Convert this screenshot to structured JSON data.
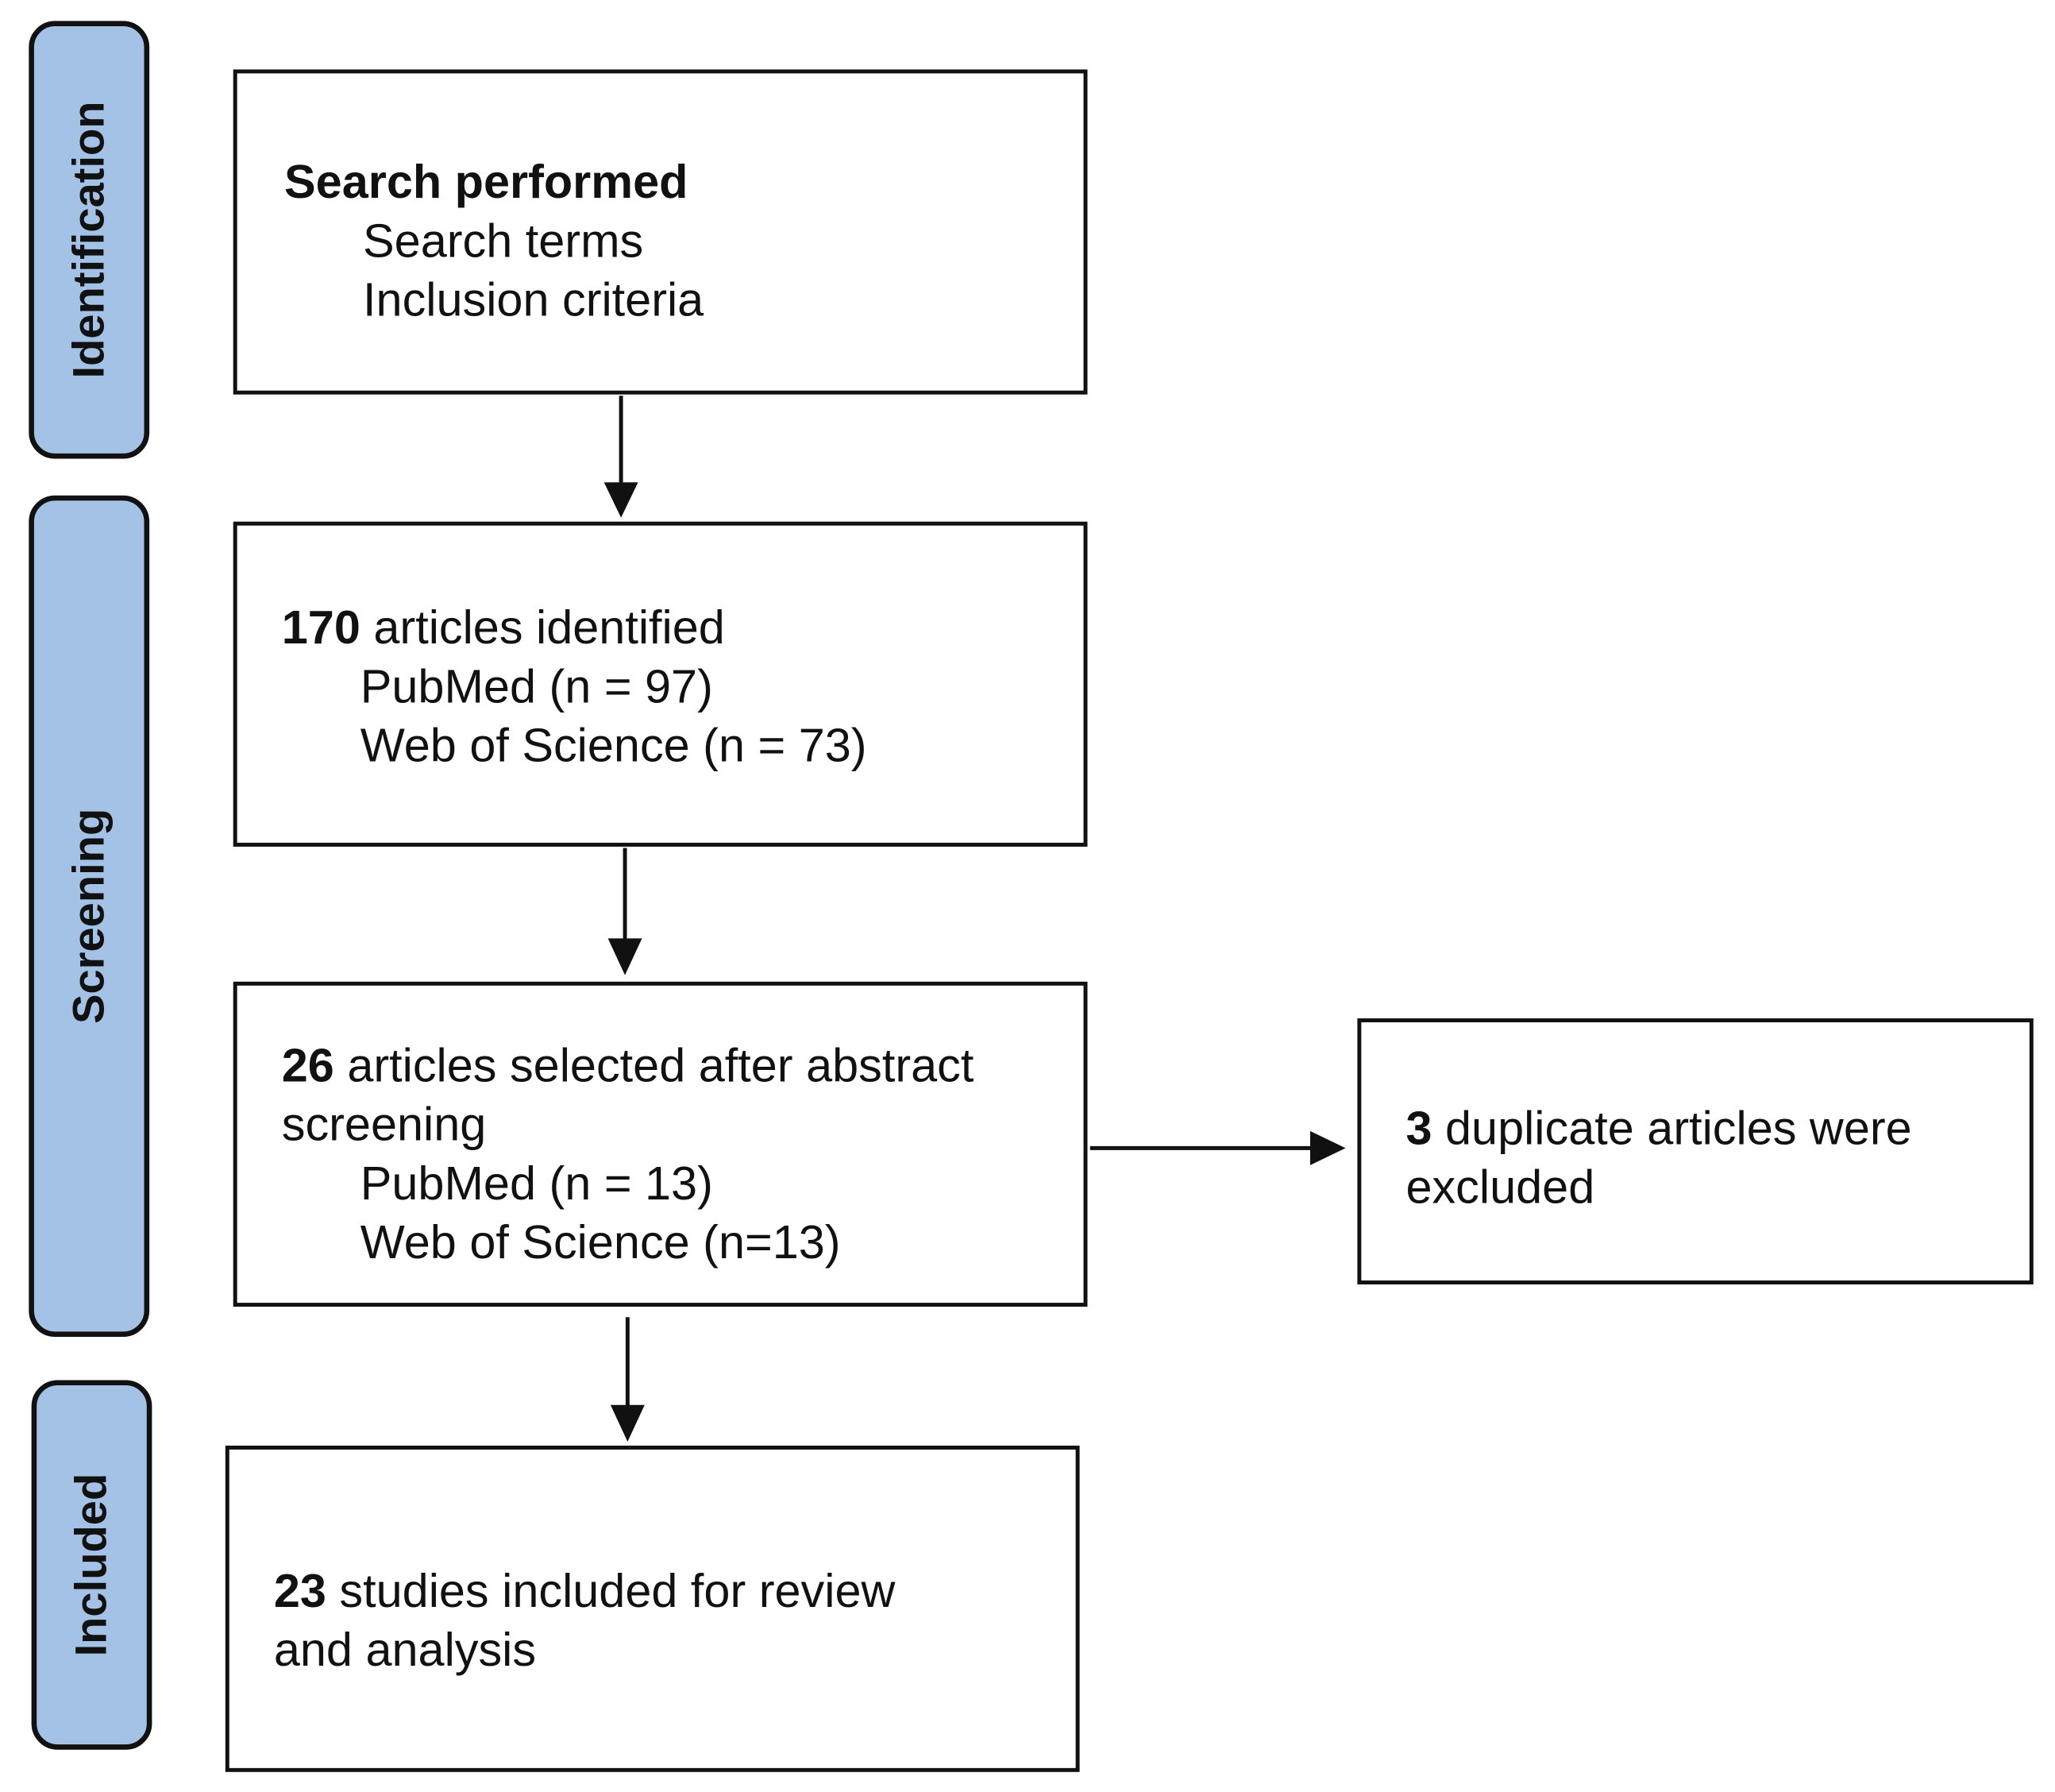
{
  "phases": {
    "identification": "Identification",
    "screening": "Screening",
    "included": "Included"
  },
  "box_search": {
    "title": "Search performed",
    "line1": "Search terms",
    "line2": "Inclusion criteria"
  },
  "box_identified": {
    "count": "170",
    "text": " articles identified",
    "line1": "PubMed (n = 97)",
    "line2": "Web of Science (n = 73)"
  },
  "box_selected": {
    "count": "26",
    "text": " articles selected after abstract screening",
    "line1": "PubMed (n = 13)",
    "line2": "Web of Science (n=13)"
  },
  "box_excluded": {
    "count": "3",
    "text": " duplicate articles were excluded"
  },
  "box_included": {
    "count": "23",
    "text": " studies included for review and analysis"
  }
}
